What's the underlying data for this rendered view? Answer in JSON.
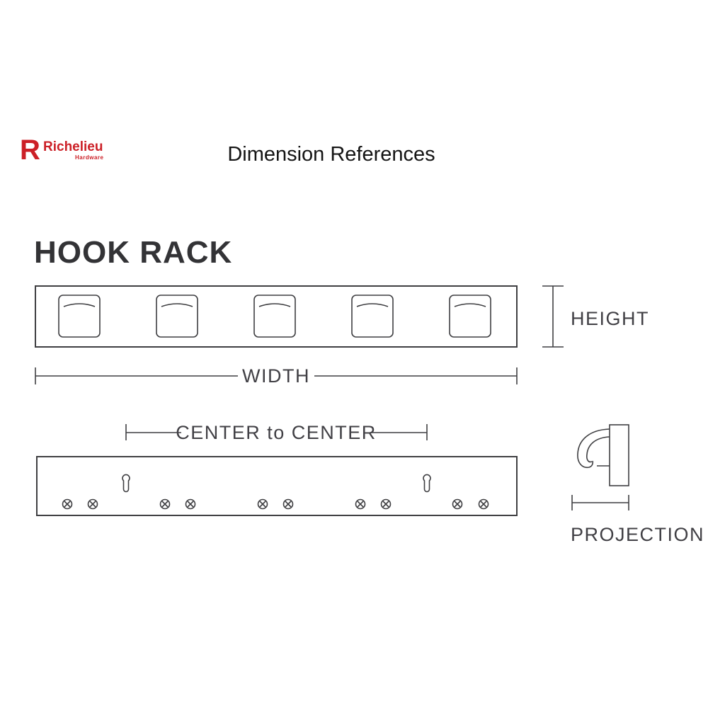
{
  "header": {
    "logo": {
      "mark": "R",
      "brand": "Richelieu",
      "sub": "Hardware"
    },
    "title": "Dimension References"
  },
  "diagram": {
    "heading": "HOOK RACK",
    "dimensions": {
      "height": "HEIGHT",
      "width": "WIDTH",
      "center_to_center": "CENTER to CENTER",
      "projection": "PROJECTION"
    }
  },
  "colors": {
    "logo_red": "#cc2027",
    "line": "#3f3f42",
    "label": "#414045",
    "title": "#141414"
  }
}
